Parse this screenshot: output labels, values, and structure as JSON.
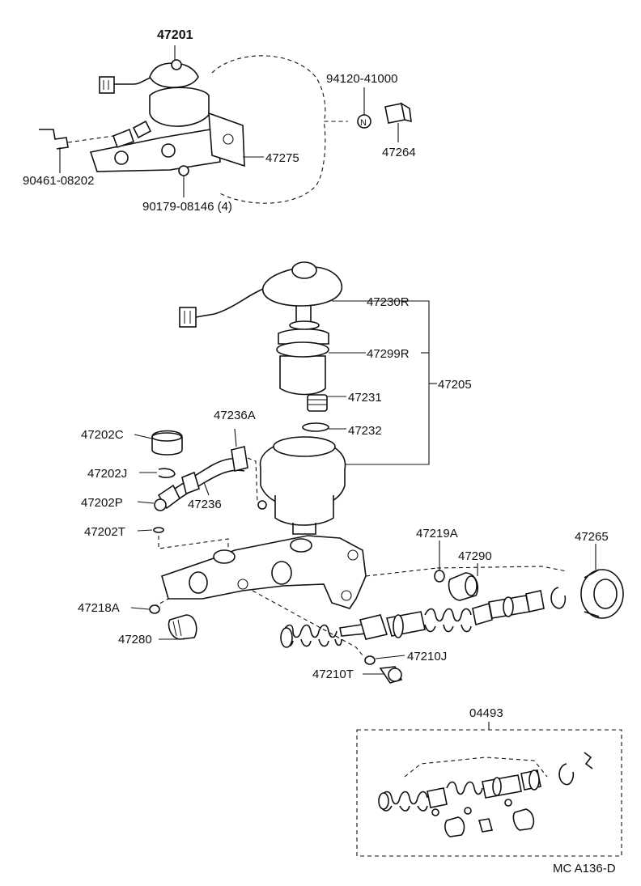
{
  "labels": {
    "assembly": "47201",
    "vacuum_hose_part": "94120-41000",
    "clip_part": "47264",
    "bracket_part": "90461-08202",
    "gasket_part": "47275",
    "nut_part": "90179-08146 (4)",
    "reservoir_cap": "47230R",
    "reservoir_strainer": "47299R",
    "reservoir_grommet": "47231",
    "reservoir_seal": "47232",
    "reservoir_sub": "47205",
    "hose_clip": "47236A",
    "cap": "47202C",
    "clip_j": "47202J",
    "hose": "47236",
    "union": "47202P",
    "gasket_t": "47202T",
    "gasket_219": "47219A",
    "plug_290": "47290",
    "boot_265": "47265",
    "gasket_218": "47218A",
    "plug_280": "47280",
    "gasket_210j": "47210J",
    "bolt_210t": "47210T",
    "repair_kit": "04493",
    "footer": "MC  A136-D"
  }
}
